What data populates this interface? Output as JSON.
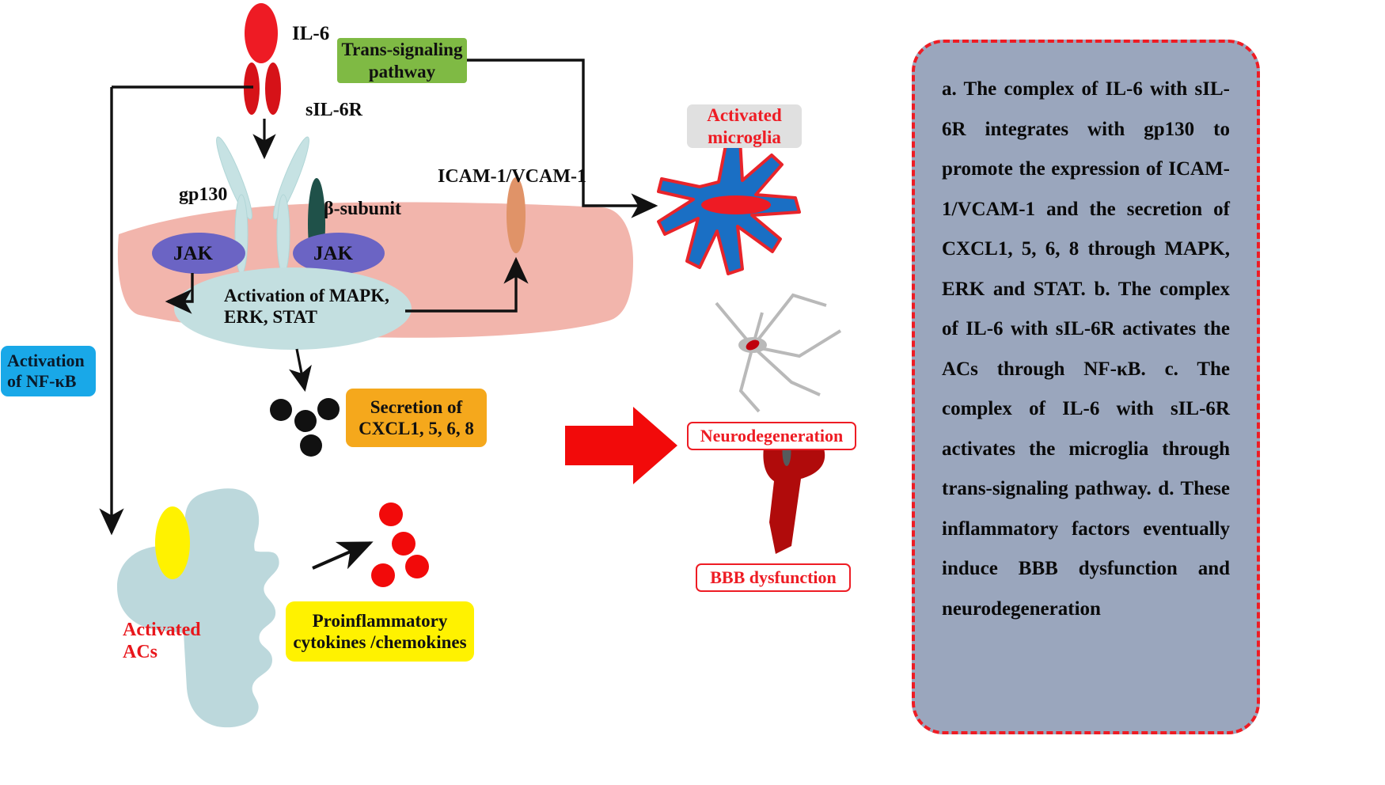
{
  "diagram": {
    "title_note": "a. The complex of IL-6 with sIL-6R integrates with gp130 to promote the expression of ICAM-1/VCAM-1 and the secretion of CXCL1, 5, 6, 8 through MAPK, ERK and STAT. b. The complex of IL-6 with sIL-6R activates  the ACs through NF-κB. c. The complex of IL-6 with sIL-6R activates the microglia through trans-signaling pathway. d. These inflammatory factors eventually induce BBB dysfunction and neurodegeneration"
  },
  "labels": {
    "il6": "IL-6",
    "sil6r": "sIL-6R",
    "gp130": "gp130",
    "beta_subunit": "β-subunit",
    "icam_vcam": "ICAM-1/VCAM-1",
    "jak_left": "JAK",
    "jak_right": "JAK",
    "mapk_ellipse": "Activation of MAPK,\nERK, STAT",
    "activated_acs": "Activated\nACs"
  },
  "chips": {
    "trans_signaling": "Trans-signaling\npathway",
    "activated_microglia": "Activated\nmicroglia",
    "secretion_cxcl": "Secretion of\nCXCL1, 5, 6, 8",
    "proinflammatory": "Proinflammatory\ncytokines /chemokines",
    "activation_nfkb": "Activation\nof NF-κB",
    "neurodegeneration": "Neurodegeneration",
    "bbb_dysfunction": "BBB dysfunction"
  },
  "colors": {
    "il6_red": "#ee1b24",
    "membrane_pink": "#f2b5ac",
    "gp130_lightblue": "#c6e2e3",
    "beta_dark_green": "#1f5149",
    "jak_purple": "#6b64c4",
    "ellipse_teal": "#c3dfe0",
    "icam_orange": "#e09368",
    "microglia_blue": "#1a6fc4",
    "neuron_gray": "#b9b9b9",
    "vessel_darkred": "#b00b0b",
    "astrocyte_blue": "#bcd8dc",
    "nucleus_yellow": "#fff200",
    "note_bg": "#9aa6bd",
    "note_border": "#ee1c24",
    "green_chip": "#7fba44",
    "orange_chip": "#f5a81c",
    "yellow_chip": "#fff200",
    "blue_chip": "#19a8e8"
  }
}
